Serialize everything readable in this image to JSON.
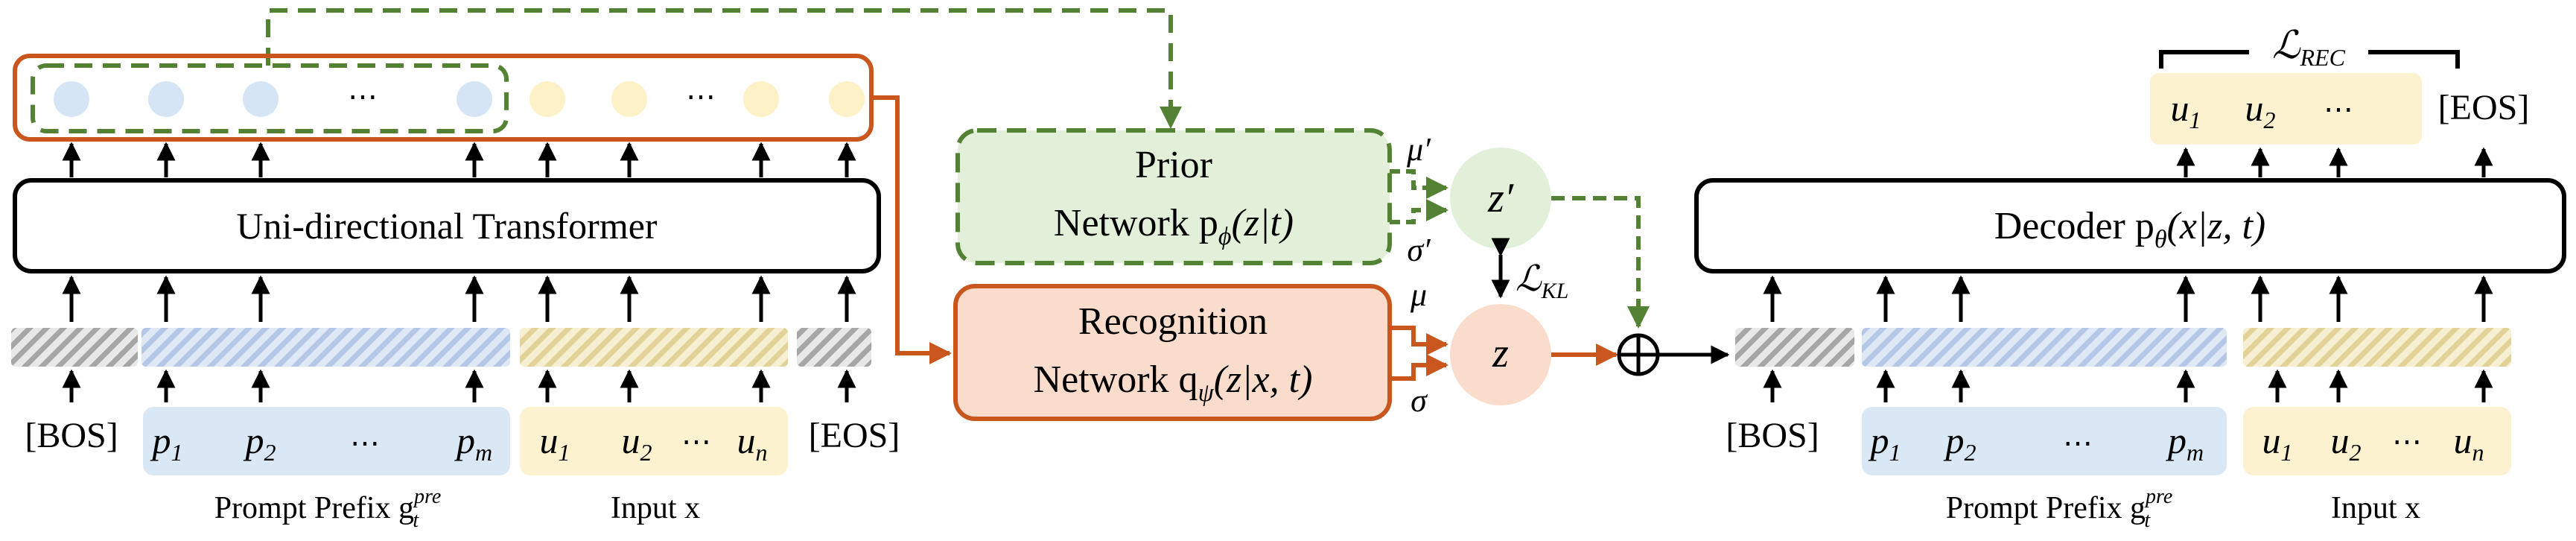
{
  "colors": {
    "black": "#000000",
    "orange": "#c8561d",
    "orange_fill": "#f9dccc",
    "green": "#548235",
    "green_fill": "#e2f0d9",
    "blue_fill": "#dae8f6",
    "blue_token": "#d6e5f5",
    "yellow_fill": "#fdf2cf",
    "yellow_token": "#fdf1c8",
    "gray_hatch": "#a6a6a6",
    "blue_hatch": "#b4c7e7",
    "yellow_hatch": "#e8d9a0"
  },
  "left": {
    "transformer_label": "Uni-directional Transformer",
    "bos": "[BOS]",
    "eos": "[EOS]",
    "dots": "⋯",
    "prompt_tokens": [
      {
        "base": "p",
        "sub": "1"
      },
      {
        "base": "p",
        "sub": "2"
      },
      {
        "base": "p",
        "sub": "m"
      }
    ],
    "input_tokens": [
      {
        "base": "u",
        "sub": "1"
      },
      {
        "base": "u",
        "sub": "2"
      },
      {
        "base": "u",
        "sub": "n"
      }
    ],
    "prompt_caption": "Prompt Prefix g",
    "prompt_caption_sup": "pre",
    "prompt_caption_sub": "t",
    "input_caption": "Input x"
  },
  "middle": {
    "prior_line1": "Prior",
    "prior_line2": "Network p",
    "prior_sub": "ϕ",
    "prior_args": "(z|t)",
    "recog_line1": "Recognition",
    "recog_line2": "Network q",
    "recog_sub": "ψ",
    "recog_args": "(z|x, t)",
    "z_prime": "z′",
    "z": "z",
    "mu_prime": "μ′",
    "sigma_prime": "σ′",
    "mu": "μ",
    "sigma": "σ",
    "kl": "ℒ",
    "kl_sub": "KL",
    "oplus": "⊕"
  },
  "right": {
    "decoder_line": "Decoder p",
    "decoder_sub": "θ",
    "decoder_args": "(x|z, t)",
    "rec": "ℒ",
    "rec_sub": "REC",
    "eos": "[EOS]",
    "bos": "[BOS]",
    "dots": "⋯",
    "output_tokens": [
      {
        "base": "u",
        "sub": "1"
      },
      {
        "base": "u",
        "sub": "2"
      }
    ],
    "prompt_tokens": [
      {
        "base": "p",
        "sub": "1"
      },
      {
        "base": "p",
        "sub": "2"
      },
      {
        "base": "p",
        "sub": "m"
      }
    ],
    "input_tokens": [
      {
        "base": "u",
        "sub": "1"
      },
      {
        "base": "u",
        "sub": "2"
      },
      {
        "base": "u",
        "sub": "n"
      }
    ],
    "prompt_caption": "Prompt Prefix g",
    "prompt_caption_sup": "pre",
    "prompt_caption_sub": "t",
    "input_caption": "Input x"
  }
}
